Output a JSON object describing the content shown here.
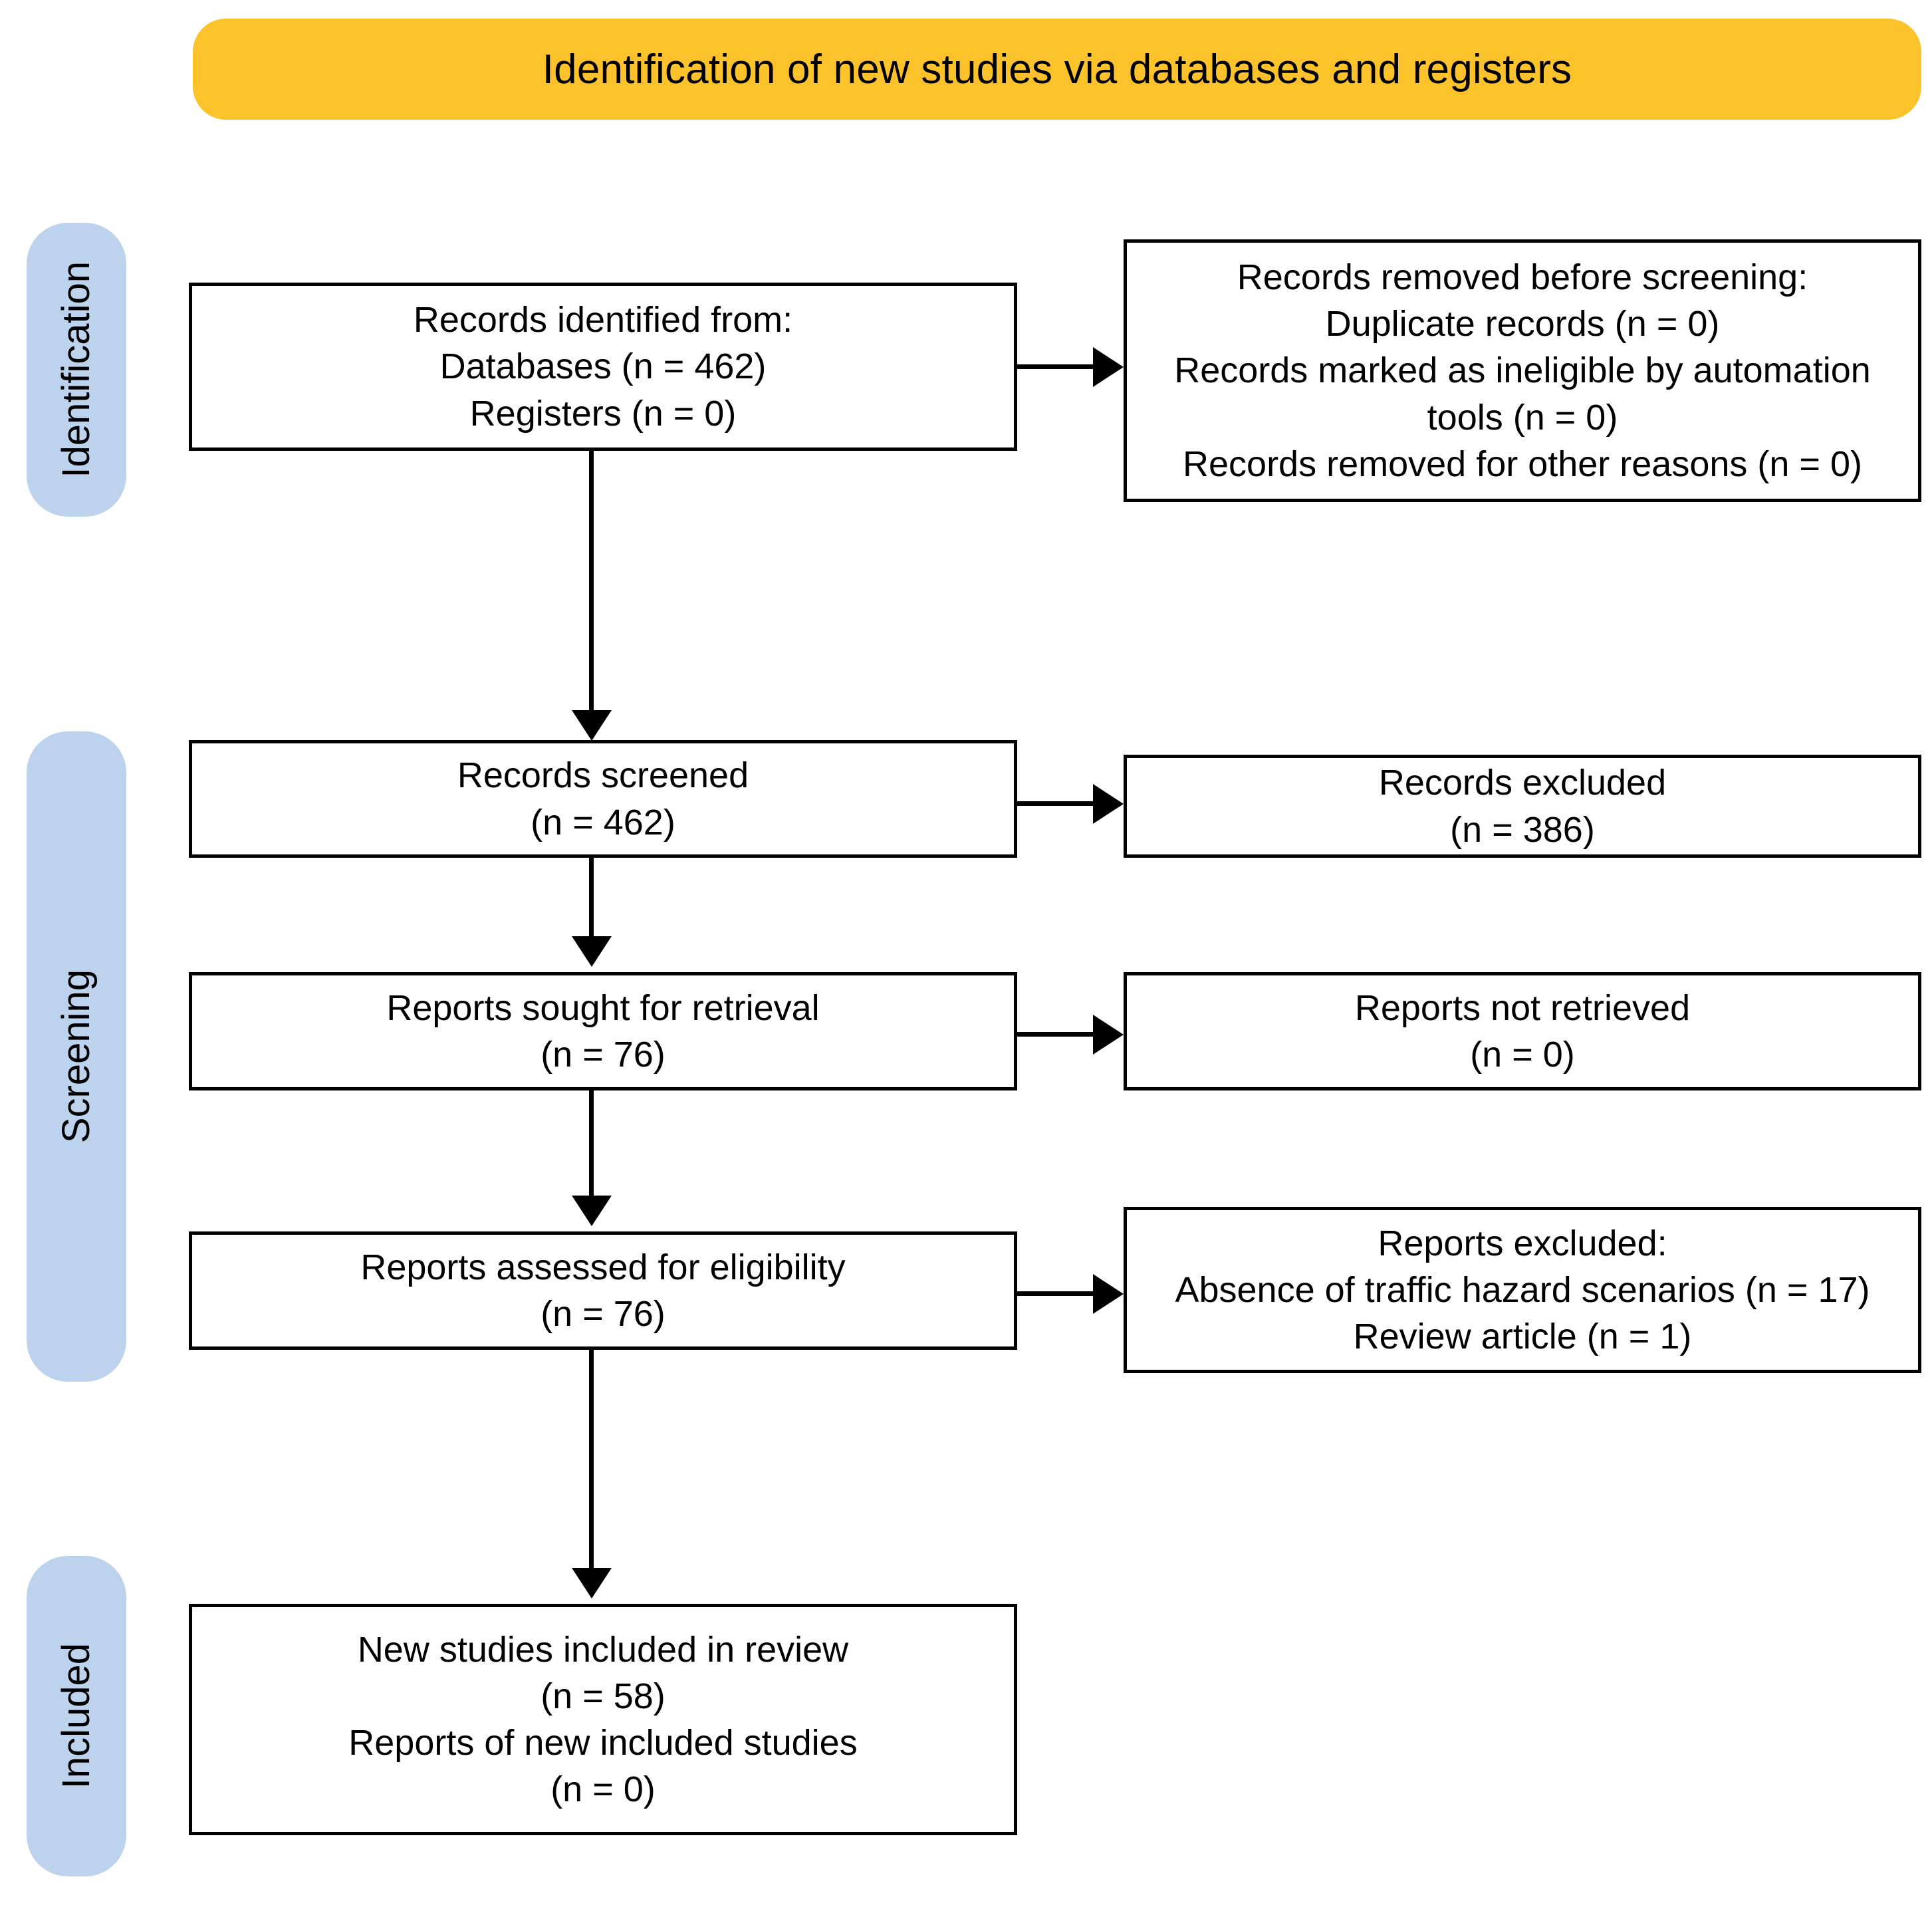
{
  "banner": {
    "title": "Identification of new studies via databases and registers",
    "color": "#fcc22c"
  },
  "stages": {
    "color": "#bdd3ed",
    "identification": "Identification",
    "screening": "Screening",
    "included": "Included"
  },
  "boxes": {
    "identified": {
      "lines": [
        "Records identified from:",
        "Databases (n = 462)",
        "Registers (n = 0)"
      ]
    },
    "removed_before_screening": {
      "lines": [
        "Records removed before screening:",
        "Duplicate records (n = 0)",
        "Records marked as ineligible by automation",
        "tools (n = 0)",
        "Records removed for other reasons (n = 0)"
      ]
    },
    "records_screened": {
      "lines": [
        "Records screened",
        "(n = 462)"
      ]
    },
    "records_excluded": {
      "lines": [
        "Records excluded",
        "(n = 386)"
      ]
    },
    "reports_sought": {
      "lines": [
        "Reports sought for retrieval",
        "(n = 76)"
      ]
    },
    "reports_not_retrieved": {
      "lines": [
        "Reports not retrieved",
        "(n = 0)"
      ]
    },
    "reports_assessed": {
      "lines": [
        "Reports assessed for eligibility",
        "(n = 76)"
      ]
    },
    "reports_excluded": {
      "lines": [
        "Reports excluded:",
        "Absence of traffic hazard scenarios (n = 17)",
        "Review article (n = 1)"
      ]
    },
    "new_studies_included": {
      "lines": [
        "New studies included in review",
        "(n = 58)",
        "Reports of new included studies",
        "(n = 0)"
      ]
    }
  },
  "chart_data": {
    "type": "table",
    "title": "Identification of new studies via databases and registers",
    "nodes": [
      {
        "stage": "Identification",
        "label": "Records identified from: Databases",
        "n": 462
      },
      {
        "stage": "Identification",
        "label": "Records identified from: Registers",
        "n": 0
      },
      {
        "stage": "Identification",
        "label": "Duplicate records removed",
        "n": 0
      },
      {
        "stage": "Identification",
        "label": "Records marked as ineligible by automation tools",
        "n": 0
      },
      {
        "stage": "Identification",
        "label": "Records removed for other reasons",
        "n": 0
      },
      {
        "stage": "Screening",
        "label": "Records screened",
        "n": 462
      },
      {
        "stage": "Screening",
        "label": "Records excluded",
        "n": 386
      },
      {
        "stage": "Screening",
        "label": "Reports sought for retrieval",
        "n": 76
      },
      {
        "stage": "Screening",
        "label": "Reports not retrieved",
        "n": 0
      },
      {
        "stage": "Screening",
        "label": "Reports assessed for eligibility",
        "n": 76
      },
      {
        "stage": "Screening",
        "label": "Reports excluded: Absence of traffic hazard scenarios",
        "n": 17
      },
      {
        "stage": "Screening",
        "label": "Reports excluded: Review article",
        "n": 1
      },
      {
        "stage": "Included",
        "label": "New studies included in review",
        "n": 58
      },
      {
        "stage": "Included",
        "label": "Reports of new included studies",
        "n": 0
      }
    ]
  }
}
